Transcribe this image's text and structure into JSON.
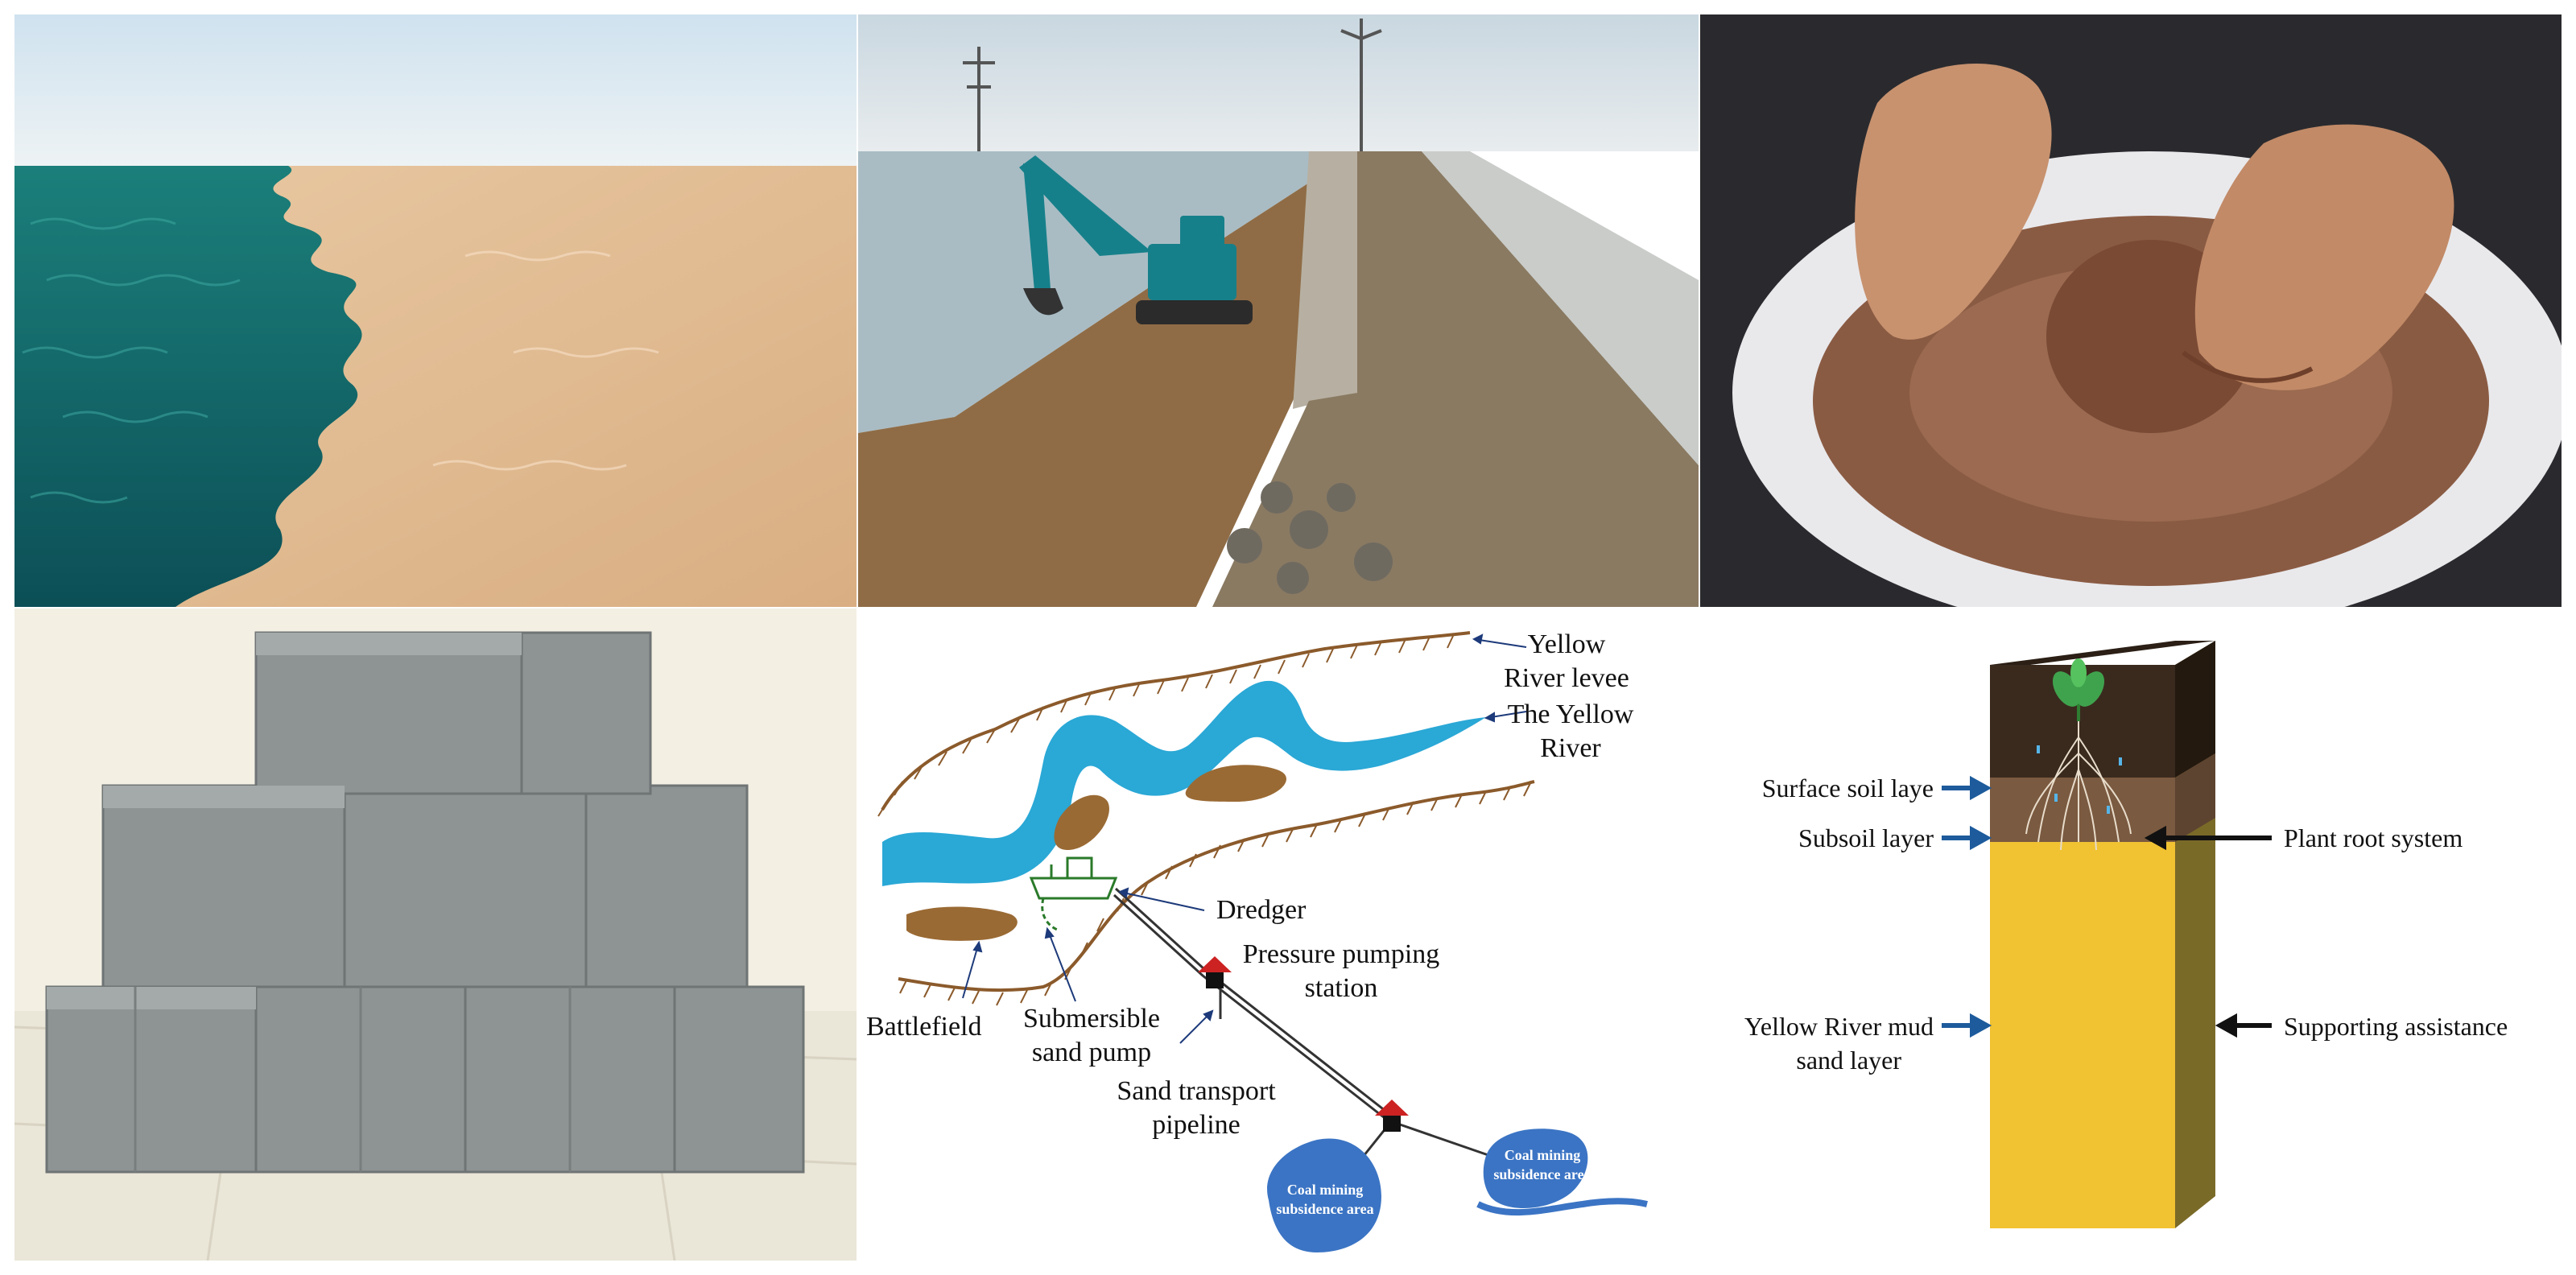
{
  "photos": [
    {
      "id": "estuary",
      "icon": "river-sea-confluence-photo"
    },
    {
      "id": "levee",
      "icon": "excavator-levee-photo"
    },
    {
      "id": "pottery",
      "icon": "pottery-wheel-photo"
    },
    {
      "id": "bricks",
      "icon": "stacked-bricks-photo"
    }
  ],
  "diagram": {
    "levee": [
      "Yellow",
      "River levee"
    ],
    "river": [
      "The Yellow",
      "River"
    ],
    "dredger": "Dredger",
    "pump_station": [
      "Pressure pumping",
      "station"
    ],
    "battlefield": "Battlefield",
    "sand_pump": [
      "Submersible",
      "sand pump"
    ],
    "pipeline": [
      "Sand transport",
      "pipeline"
    ],
    "subsidence_left": [
      "Coal mining",
      "subsidence area"
    ],
    "subsidence_right": [
      "Coal mining",
      "subsidence area"
    ]
  },
  "soil": {
    "surface": "Surface soil laye",
    "subsoil": "Subsoil layer",
    "mud": [
      "Yellow River mud",
      "sand layer"
    ],
    "root": "Plant root system",
    "support": "Supporting assistance"
  },
  "colors": {
    "river": "#2aa8d6",
    "sediment": "#9a6a34",
    "pump_roof": "#cc2222",
    "lake": "#3b74c4",
    "arrow": "#1d5b9c",
    "soil_top": "#3a2a1e",
    "soil_mid": "#7a5a40",
    "sand": "#f1c232"
  }
}
